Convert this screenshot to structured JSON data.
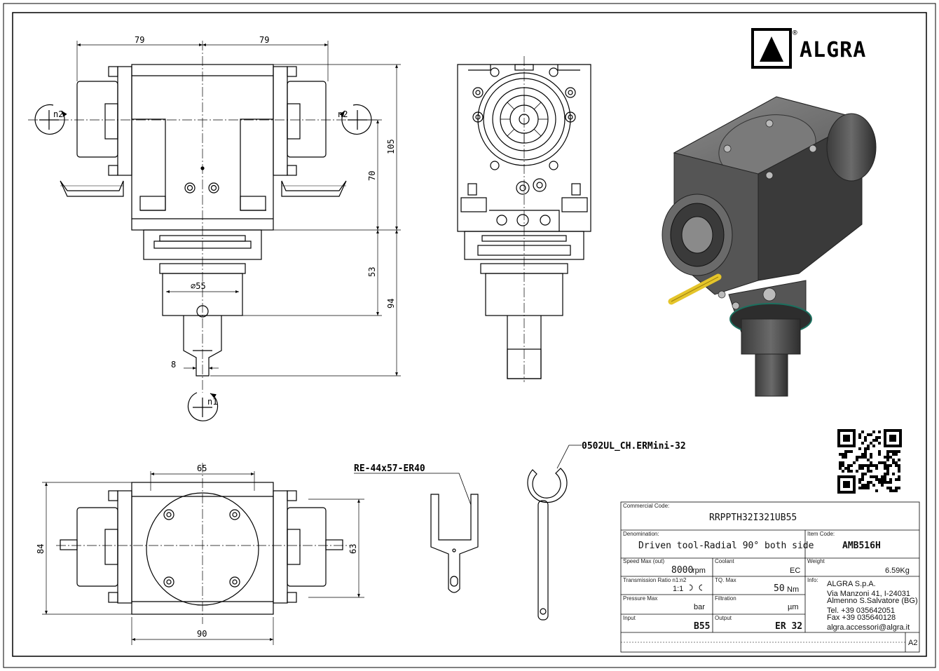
{
  "brand": {
    "name": "ALGRA",
    "registered": "®"
  },
  "dimensions": {
    "left_width": "79",
    "right_width": "79",
    "h105": "105",
    "h70": "70",
    "h53": "53",
    "h94": "94",
    "dia55": "⌀55",
    "w8": "8",
    "top_65": "65",
    "side_84": "84",
    "side_63": "63",
    "bottom_90": "90"
  },
  "rotation": {
    "n2_left": "n2",
    "n2_right": "n2",
    "n1": "n1"
  },
  "callouts": {
    "wrench": "RE-44x57-ER40",
    "key": "0502UL_CH.ERMini-32"
  },
  "title_block": {
    "commercial_code_label": "Commercial Code:",
    "commercial_code": "RRPPTH32I321UB55",
    "denomination_label": "Denomination:",
    "denomination": "Driven tool-Radial 90° both side",
    "item_code_label": "Item Code:",
    "item_code": "AMB516H",
    "speed_label": "Speed Max (out)",
    "speed_value": "8000",
    "speed_unit": "rpm",
    "coolant_label": "Coolant",
    "coolant_value": "EC",
    "weight_label": "Weight",
    "weight_value": "6.59Kg",
    "ratio_label": "Transmission Ratio n1:n2",
    "ratio_value": "1:1",
    "torque_label": "TQ. Max",
    "torque_value": "50",
    "torque_unit": "Nm",
    "info_label": "Info:",
    "company": "ALGRA S.p.A.",
    "address1": "Via Manzoni 41, I-24031",
    "address2": "Almenno S.Salvatore (BG)",
    "tel": "Tel. +39 035642051",
    "fax": "Fax +39 035640128",
    "email": "algra.accessori@algra.it",
    "pressure_label": "Pressure Max",
    "pressure_unit": "bar",
    "filtration_label": "Filtration",
    "filtration_unit": "µm",
    "input_label": "Input",
    "input_value": "B55",
    "output_label": "Output",
    "output_value": "ER 32",
    "sheet_size": "A2"
  }
}
